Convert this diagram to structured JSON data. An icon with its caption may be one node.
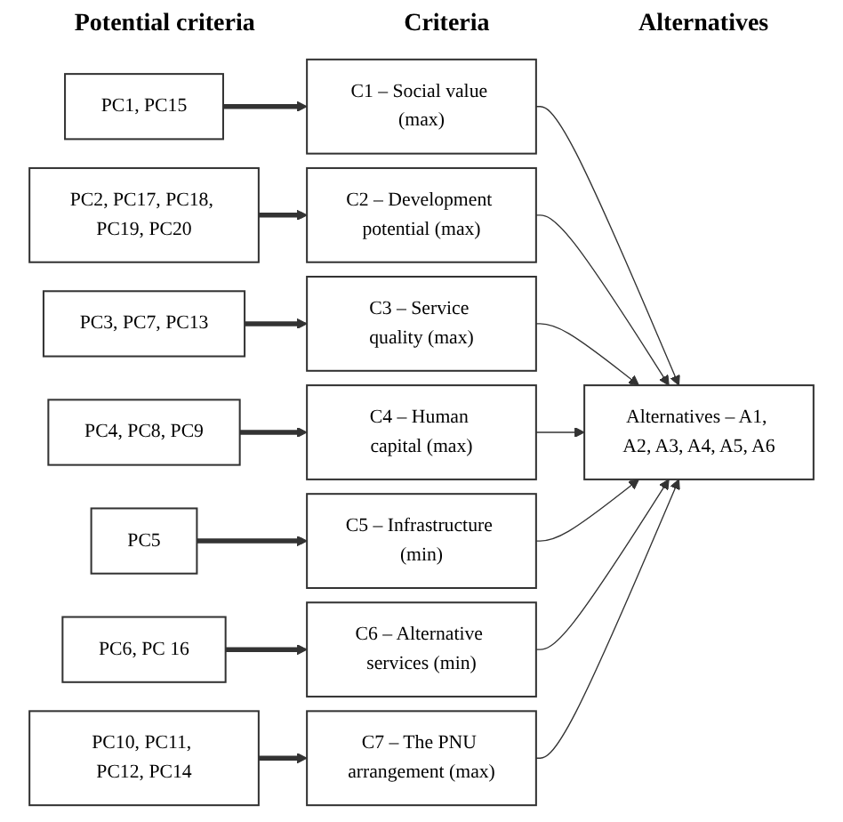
{
  "diagram": {
    "nodes": [
      {
        "text": [
          "PC1, PC15"
        ]
      },
      {
        "text": [
          "PC2, PC17, PC18, PC19, PC20"
        ]
      },
      {
        "text": [
          "PC3, PC7, PC13"
        ]
      },
      {
        "text": [
          "PC4, PC8, PC9"
        ]
      },
      {
        "text": [
          "PC5"
        ]
      },
      {
        "text": [
          "PC6, PC 16"
        ]
      },
      {
        "text": [
          "PC10, PC11, PC12, PC14"
        ]
      },
      {
        "text": [
          "C1 – Social value (max)"
        ]
      },
      {
        "text": [
          "C2 – Development potential (max)"
        ]
      },
      {
        "text": [
          "C3 – Service quality (max)"
        ]
      },
      {
        "text": [
          "C4 – Human capital (max)"
        ]
      },
      {
        "text": [
          "C5 – Infrastructure (min)"
        ]
      },
      {
        "text": [
          "C6 – Alternative services (min)"
        ]
      },
      {
        "text": [
          "C7 – The PNU arrangement (max)"
        ]
      },
      {
        "text": [
          "Alternatives – A1, A2, A3, A4, A5, A6"
        ]
      }
    ],
    "edges": [
      {
        "from": 0,
        "to": 7,
        "arrow": "to",
        "style": "thick"
      },
      {
        "from": 1,
        "to": 8,
        "arrow": "to",
        "style": "thick"
      },
      {
        "from": 2,
        "to": 9,
        "arrow": "to",
        "style": "thick"
      },
      {
        "from": 3,
        "to": 10,
        "arrow": "to",
        "style": "thick"
      },
      {
        "from": 4,
        "to": 11,
        "arrow": "to",
        "style": "thick"
      },
      {
        "from": 5,
        "to": 12,
        "arrow": "to",
        "style": "thick"
      },
      {
        "from": 6,
        "to": 13,
        "arrow": "to",
        "style": "thick"
      },
      {
        "from": 7,
        "to": 14,
        "arrow": "to"
      },
      {
        "from": 8,
        "to": 14,
        "arrow": "to"
      },
      {
        "from": 9,
        "to": 14,
        "arrow": "to"
      },
      {
        "from": 10,
        "to": 14,
        "arrow": "to"
      },
      {
        "from": 11,
        "to": 14,
        "arrow": "to"
      },
      {
        "from": 12,
        "to": 14,
        "arrow": "to"
      },
      {
        "from": 13,
        "to": 14,
        "arrow": "to"
      }
    ],
    "labels": [
      "Potential criteria",
      "Criteria",
      "Alternatives"
    ]
  }
}
